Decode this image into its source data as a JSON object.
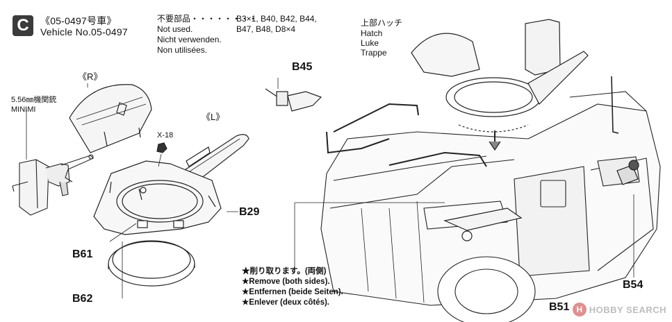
{
  "step": {
    "letter": "C",
    "vehicle_jp": "《05-0497号車》",
    "vehicle_en": "Vehicle No.05-0497"
  },
  "not_used": {
    "jp": "不要部品・・・・・・・・",
    "parts_line1": "B3×1, B40, B42, B44,",
    "parts_line2": "B47, B48, D8×4",
    "en": "Not used.",
    "de": "Nicht verwenden.",
    "fr": "Non utilisées."
  },
  "hatch": {
    "jp": "上部ハッチ",
    "en": "Hatch",
    "de": "Luke",
    "fr": "Trappe"
  },
  "gun": {
    "jp": "5.56㎜機関銃",
    "en": "MINIMI"
  },
  "side_r": "《R》",
  "side_l": "《L》",
  "parts": {
    "x18": "X-18",
    "b29": "B29",
    "b61": "B61",
    "b62": "B62",
    "b45": "B45",
    "b54": "B54",
    "b51": "B51"
  },
  "remove": {
    "jp": "★削り取ります。(両側)",
    "en": "★Remove (both sides).",
    "de": "★Entfernen (beide Seiten).",
    "fr": "★Enlever (deux côtés)."
  },
  "watermark": {
    "logo": "H",
    "text": "HOBBY SEARCH"
  }
}
